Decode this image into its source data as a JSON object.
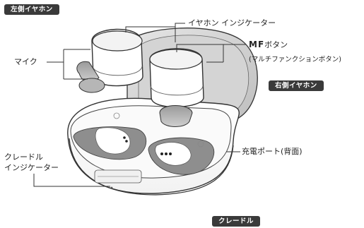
{
  "badges": {
    "left_earbud": "左側イヤホン",
    "right_earbud": "右側イヤホン",
    "cradle": "クレードル"
  },
  "labels": {
    "earphone_indicator": "イヤホン インジケーター",
    "mf_button_prefix": "MF",
    "mf_button_suffix": "ボタン",
    "mf_button_desc": "(マルチファンクションボタン)",
    "mic": "マイク",
    "charging_port": "充電ポート(背面)",
    "cradle_indicator_line1": "クレードル",
    "cradle_indicator_line2": "インジケーター"
  },
  "colors": {
    "badge_bg": "#3a3a3a",
    "line": "#333333",
    "shadow": "#c8c8c8"
  }
}
